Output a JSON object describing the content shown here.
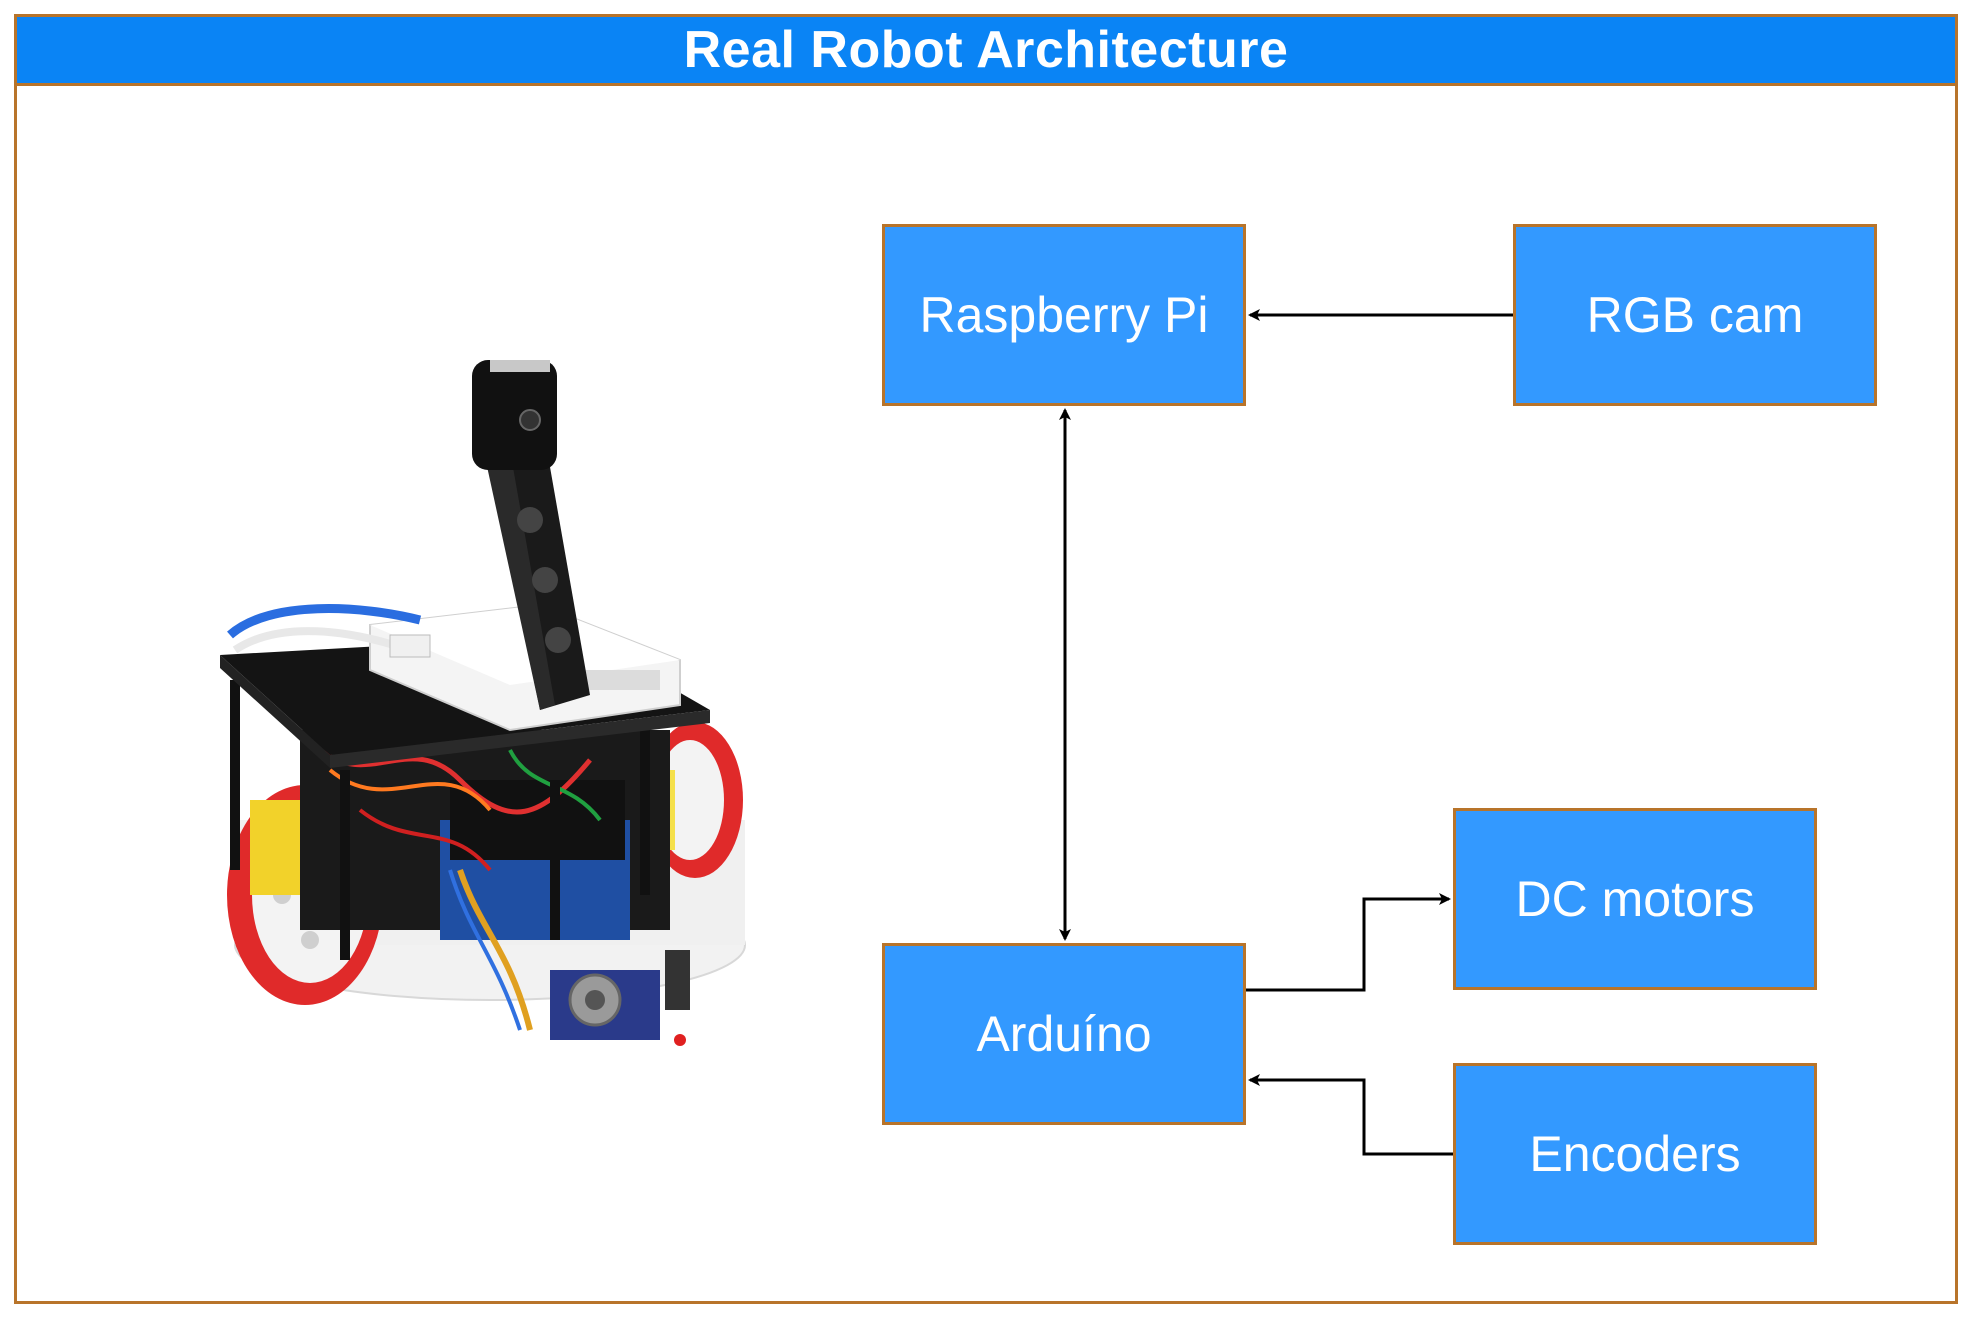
{
  "title": "Real Robot Architecture",
  "colors": {
    "title_bar": "#0a84f5",
    "node_fill": "#3399ff",
    "border": "#b8742a",
    "arrow": "#000000"
  },
  "diagram": {
    "nodes": {
      "raspberry_pi": "Raspberry Pi",
      "rgb_cam": "RGB cam",
      "arduino": "Arduíno",
      "dc_motors": "DC motors",
      "encoders": "Encoders"
    },
    "edges": [
      {
        "from": "RGB cam",
        "to": "Raspberry Pi",
        "direction": "one-way"
      },
      {
        "from": "Raspberry Pi",
        "to": "Arduíno",
        "direction": "two-way"
      },
      {
        "from": "Arduíno",
        "to": "DC motors",
        "direction": "one-way"
      },
      {
        "from": "Encoders",
        "to": "Arduíno",
        "direction": "one-way"
      }
    ]
  },
  "photo": {
    "subject": "robot-photo"
  }
}
